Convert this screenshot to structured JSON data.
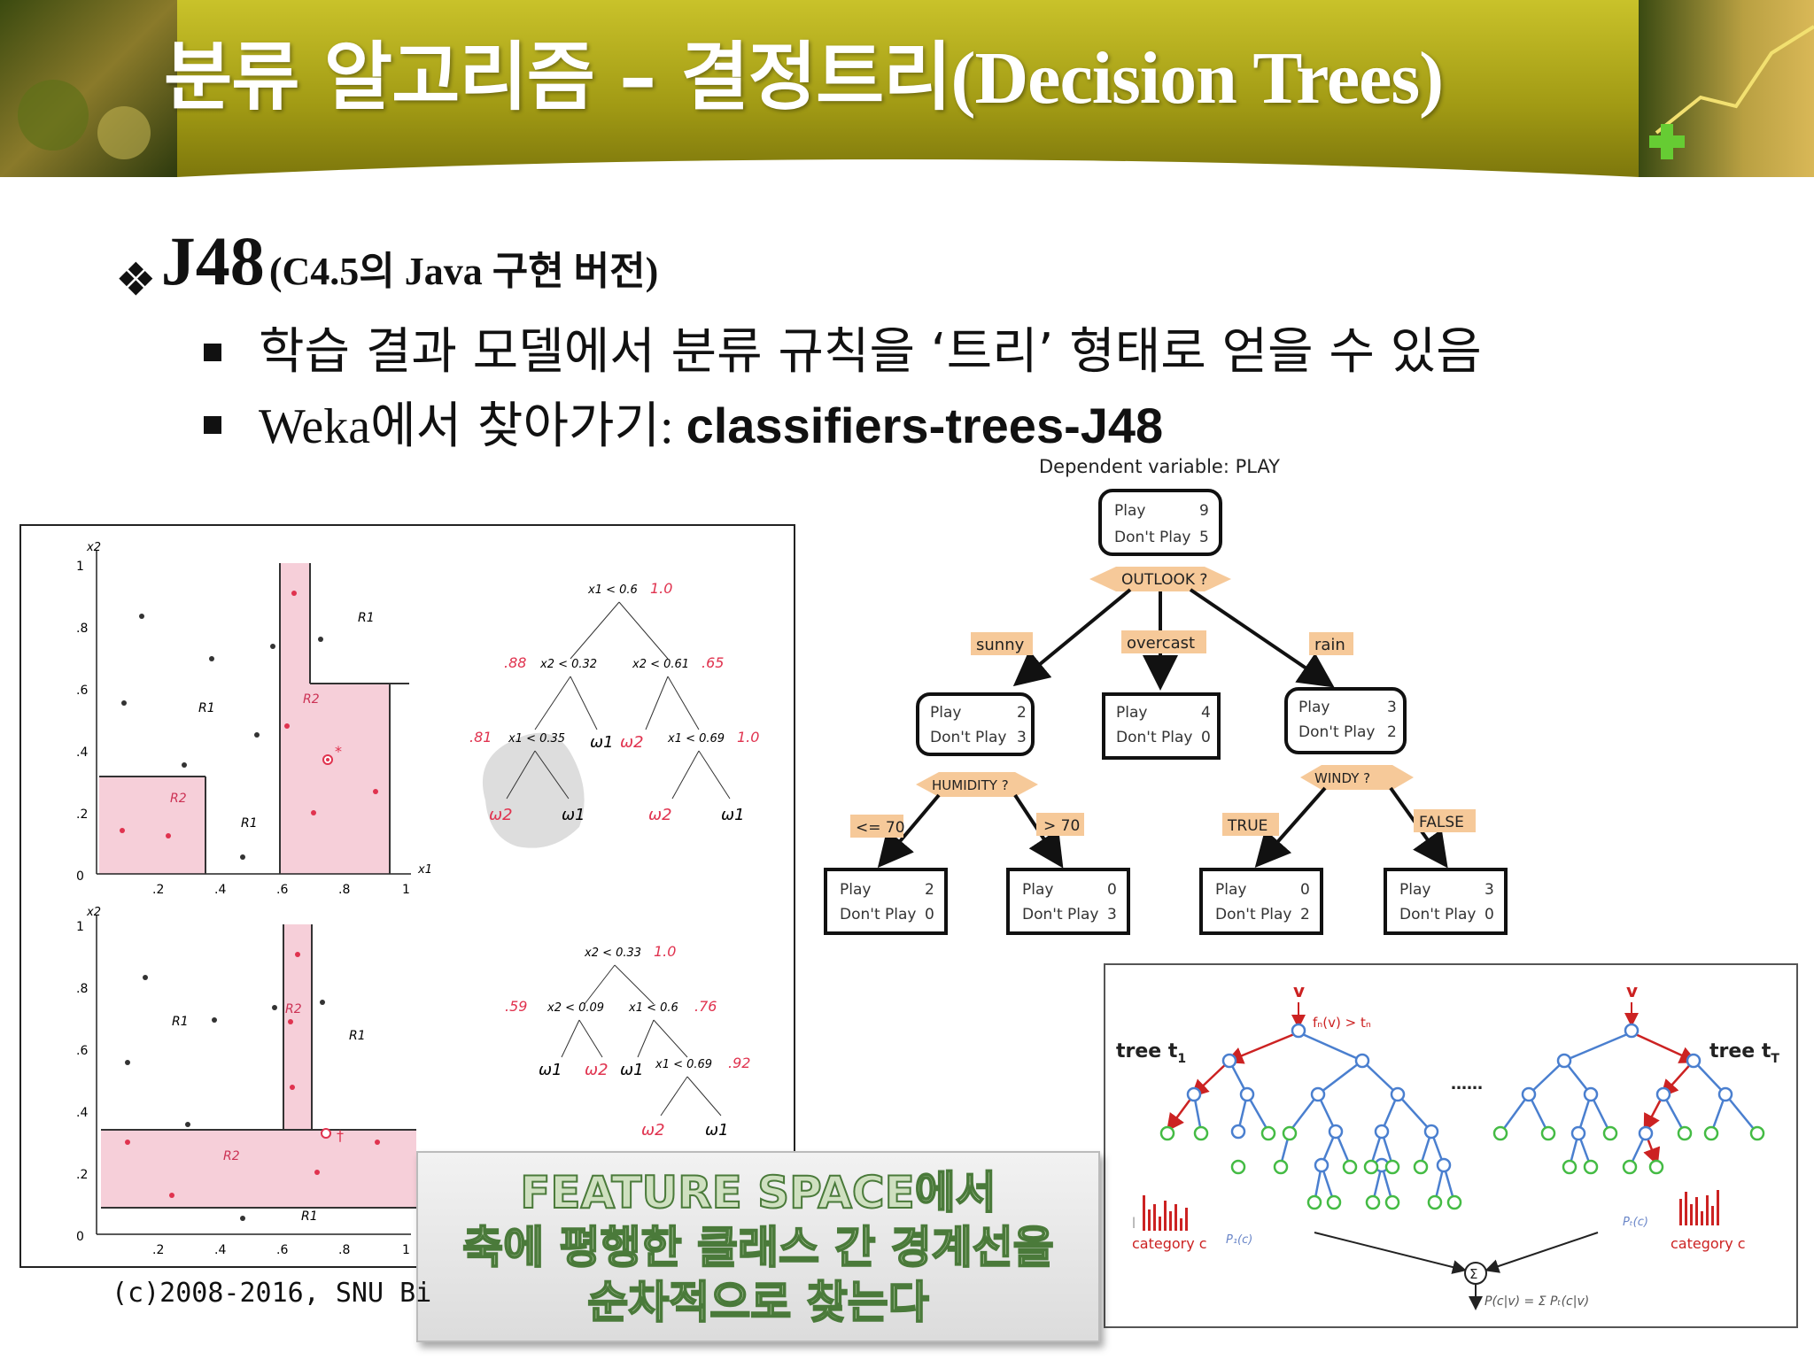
{
  "title": {
    "ko": "분류 알고리즘 – 결정트리",
    "en": "(Decision Trees)"
  },
  "section": {
    "symbol": "❖",
    "main": "J48",
    "sub": "(C4.5의 Java 구현 버전)"
  },
  "bullets": [
    {
      "text": "학습 결과 모델에서 분류 규칙을 ‘트리’ 형태로 얻을 수 있음"
    },
    {
      "prefix_serif": "Weka",
      "prefix_ko": "에서 찾아가기",
      "colon": ": ",
      "bold": "classifiers-trees-J48"
    }
  ],
  "play_tree": {
    "caption": "Dependent variable: PLAY",
    "root": {
      "play_label": "Play",
      "play": "9",
      "dont_label": "Don't Play",
      "dont": "5"
    },
    "root_split": "OUTLOOK ?",
    "edges1": [
      "sunny",
      "overcast",
      "rain"
    ],
    "level1": [
      {
        "play_label": "Play",
        "play": "2",
        "dont_label": "Don't Play",
        "dont": "3"
      },
      {
        "play_label": "Play",
        "play": "4",
        "dont_label": "Don't Play",
        "dont": "0"
      },
      {
        "play_label": "Play",
        "play": "3",
        "dont_label": "Don't Play",
        "dont": "2"
      }
    ],
    "splits2": [
      "HUMIDITY ?",
      "WINDY ?"
    ],
    "edges2": [
      "<= 70",
      "> 70",
      "TRUE",
      "FALSE"
    ],
    "leaves": [
      {
        "play_label": "Play",
        "play": "2",
        "dont_label": "Don't Play",
        "dont": "0"
      },
      {
        "play_label": "Play",
        "play": "0",
        "dont_label": "Don't Play",
        "dont": "3"
      },
      {
        "play_label": "Play",
        "play": "0",
        "dont_label": "Don't Play",
        "dont": "2"
      },
      {
        "play_label": "Play",
        "play": "3",
        "dont_label": "Don't Play",
        "dont": "0"
      }
    ]
  },
  "feature_space": {
    "top": {
      "axis_x": "x1",
      "axis_y": "x2",
      "x_ticks": [
        ".2",
        ".4",
        ".6",
        ".8",
        "1"
      ],
      "y_ticks": [
        "0",
        ".2",
        ".4",
        ".6",
        ".8",
        "1"
      ],
      "region_labels": [
        "R1",
        "R1",
        "R2",
        "R2",
        "R1"
      ],
      "tree": {
        "n1": "x1 < 0.6",
        "n1v": "1.0",
        "n2": "x2 < 0.32",
        "n2v": ".88",
        "n3": "x2 < 0.61",
        "n3v": ".65",
        "n4": "x1 < 0.35",
        "n4v": ".81",
        "n5": "x1 < 0.69",
        "n5v": "1.0",
        "leaf_a": "ω1",
        "leaf_b": "ω2",
        "leaves_bottom": [
          "ω2",
          "ω1",
          "ω2",
          "ω1"
        ]
      }
    },
    "bottom": {
      "x_ticks": [
        ".2",
        ".4",
        ".6",
        ".8",
        "1"
      ],
      "y_ticks": [
        "0",
        ".2",
        ".4",
        ".6",
        ".8",
        "1"
      ],
      "region_labels": [
        "R1",
        "R2",
        "R1",
        "R2",
        "R1"
      ],
      "tree": {
        "n1": "x2 < 0.33",
        "n1v": "1.0",
        "n2": "x2 < 0.09",
        "n2v": ".59",
        "n3": "x1 < 0.6",
        "n3v": ".76",
        "n4": "x1 < 0.69",
        "n4v": ".92",
        "leaves_mid": [
          "ω1",
          "ω2",
          "ω1"
        ],
        "leaves_bottom": [
          "ω2",
          "ω1"
        ]
      }
    }
  },
  "forest": {
    "v_label": "v",
    "tree1": "tree t",
    "tree1_sub": "1",
    "treeT": "tree t",
    "treeT_sub": "T",
    "rule": "fₙ(v) > tₙ",
    "dots": "……",
    "cat1": "category c",
    "cat2": "category c",
    "p1": "P₁(c)",
    "pT": "Pₜ(c)",
    "sigma": "Σ",
    "formula": "P(c|v) = Σ Pₜ(c|v)"
  },
  "callout": {
    "line1": "FEATURE SPACE에서",
    "line2": "축에 평행한 클래스 간 경계선을",
    "line3": "순차적으로 찾는다"
  },
  "footer": {
    "copyright": "(c)2008-2016, SNU Bi"
  },
  "colors": {
    "accent_pink": "#f6cfd9",
    "header_olive": "#a8a21a",
    "red": "#cc2222",
    "blue": "#3a6fc0",
    "green": "#44bb44"
  }
}
